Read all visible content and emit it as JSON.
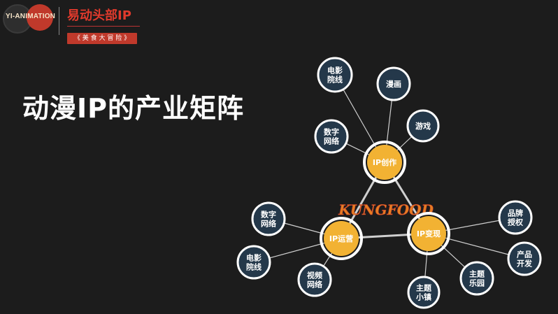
{
  "header": {
    "logo_text": "YI-ANIMATION",
    "brand_title": "易动头部IP",
    "brand_tag": "《 美 食 大 冒 险 》"
  },
  "title": "动漫IP的产业矩阵",
  "diagram": {
    "center_logo": "KUNGFOOD",
    "hubs": {
      "create": "IP创作",
      "operate": "IP运营",
      "monetize": "IP变现"
    },
    "nodes": {
      "film_top": [
        "电影",
        "院线"
      ],
      "comics": [
        "漫画"
      ],
      "games": [
        "游戏"
      ],
      "digital_top": [
        "数字",
        "网络"
      ],
      "digital_left": [
        "数字",
        "网络"
      ],
      "film_left": [
        "电影",
        "院线"
      ],
      "video": [
        "视频",
        "网络"
      ],
      "theme_town": [
        "主题",
        "小镇"
      ],
      "theme_park": [
        "主题",
        "乐园"
      ],
      "product_dev": [
        "产品",
        "开发"
      ],
      "brand_license": [
        "品牌",
        "授权"
      ]
    }
  },
  "colors": {
    "background": "#1c1c1c",
    "hub_fill": "#f2b233",
    "hub_ring": "#ffffff",
    "node_fill": "#24384a",
    "node_ring": "#ffffff",
    "line": "#cfcfcf",
    "accent_red": "#e03a2c"
  }
}
